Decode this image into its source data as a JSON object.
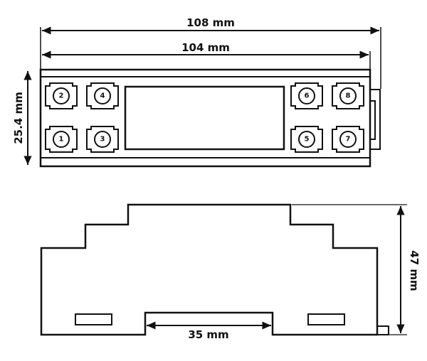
{
  "dimensions": {
    "overall_width": "108 mm",
    "housing_width": "104 mm",
    "height": "25.4 mm",
    "depth": "47 mm",
    "rail_width": "35 mm"
  },
  "terminals": {
    "top_left": [
      "2",
      "4"
    ],
    "bottom_left": [
      "1",
      "3"
    ],
    "top_right": [
      "6",
      "8"
    ],
    "bottom_right": [
      "5",
      "7"
    ]
  }
}
